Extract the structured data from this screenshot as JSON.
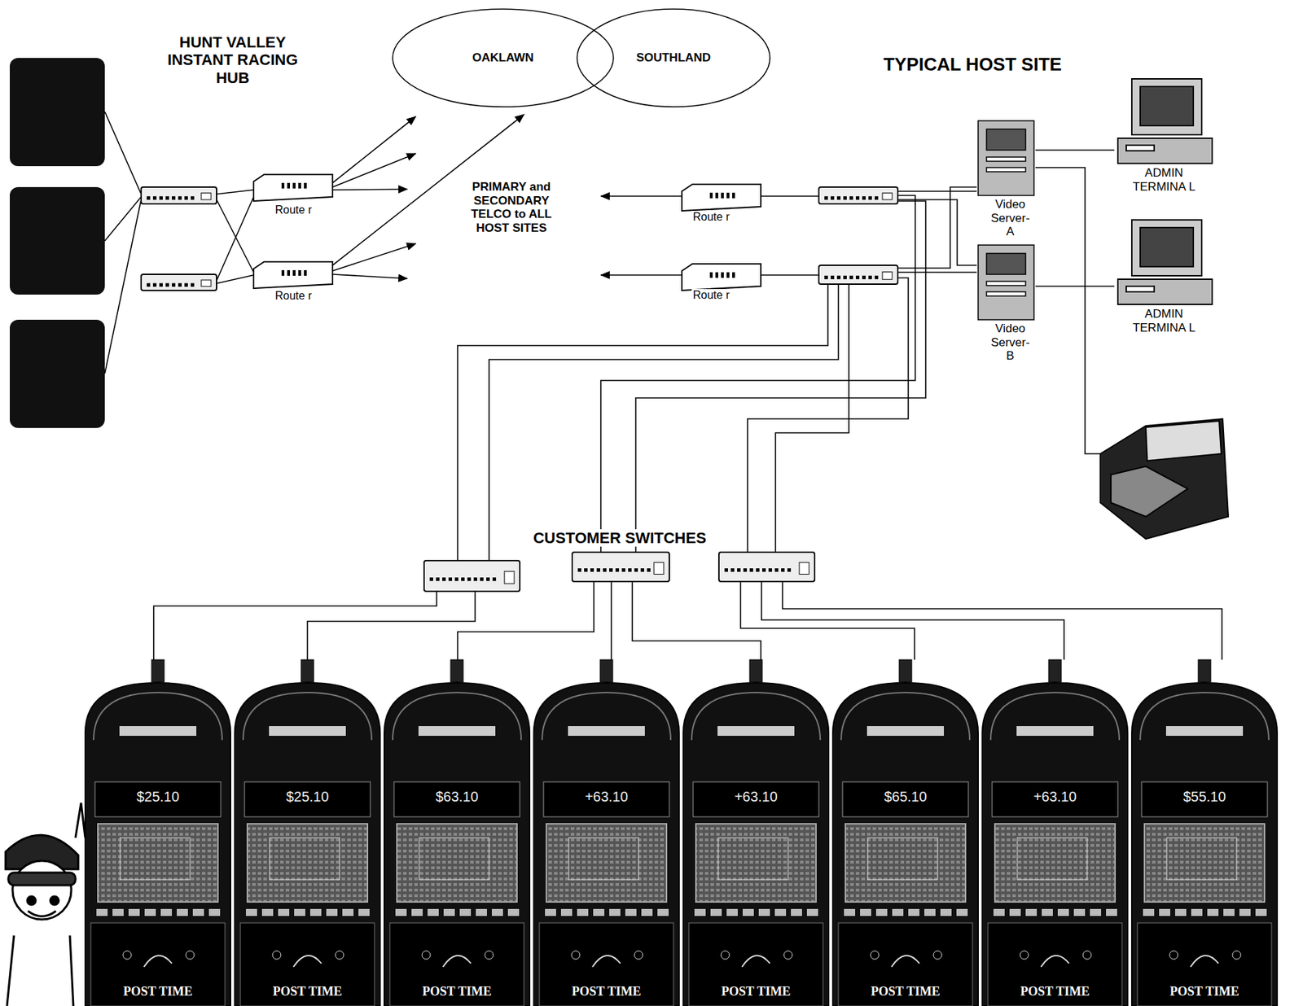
{
  "diagram": {
    "nodes": [
      {
        "text": [
          "OAKLAWN"
        ]
      },
      {
        "text": [
          "SOUTHLAND"
        ]
      }
    ],
    "labels": [
      "HUNT VALLEY INSTANT RACING HUB",
      "Route r",
      "Route r",
      "PRIMARY and SECONDARY TELCO to ALL HOST SITES",
      "TYPICAL HOST SITE",
      "Route r",
      "Route r",
      "Video Server-A",
      "ADMIN TERMINA L",
      "Video Server-B",
      "ADMIN TERMINA L",
      "CUSTOMER SWITCHES",
      "$25.10",
      "$25.10",
      "$63.10",
      "+63.10",
      "+63.10",
      "$65.10",
      "+63.10",
      "$55.10",
      "POST TIME",
      "POST TIME",
      "POST TIME",
      "POST TIME",
      "POST TIME",
      "POST TIME",
      "POST TIME",
      "POST TIME"
    ]
  }
}
